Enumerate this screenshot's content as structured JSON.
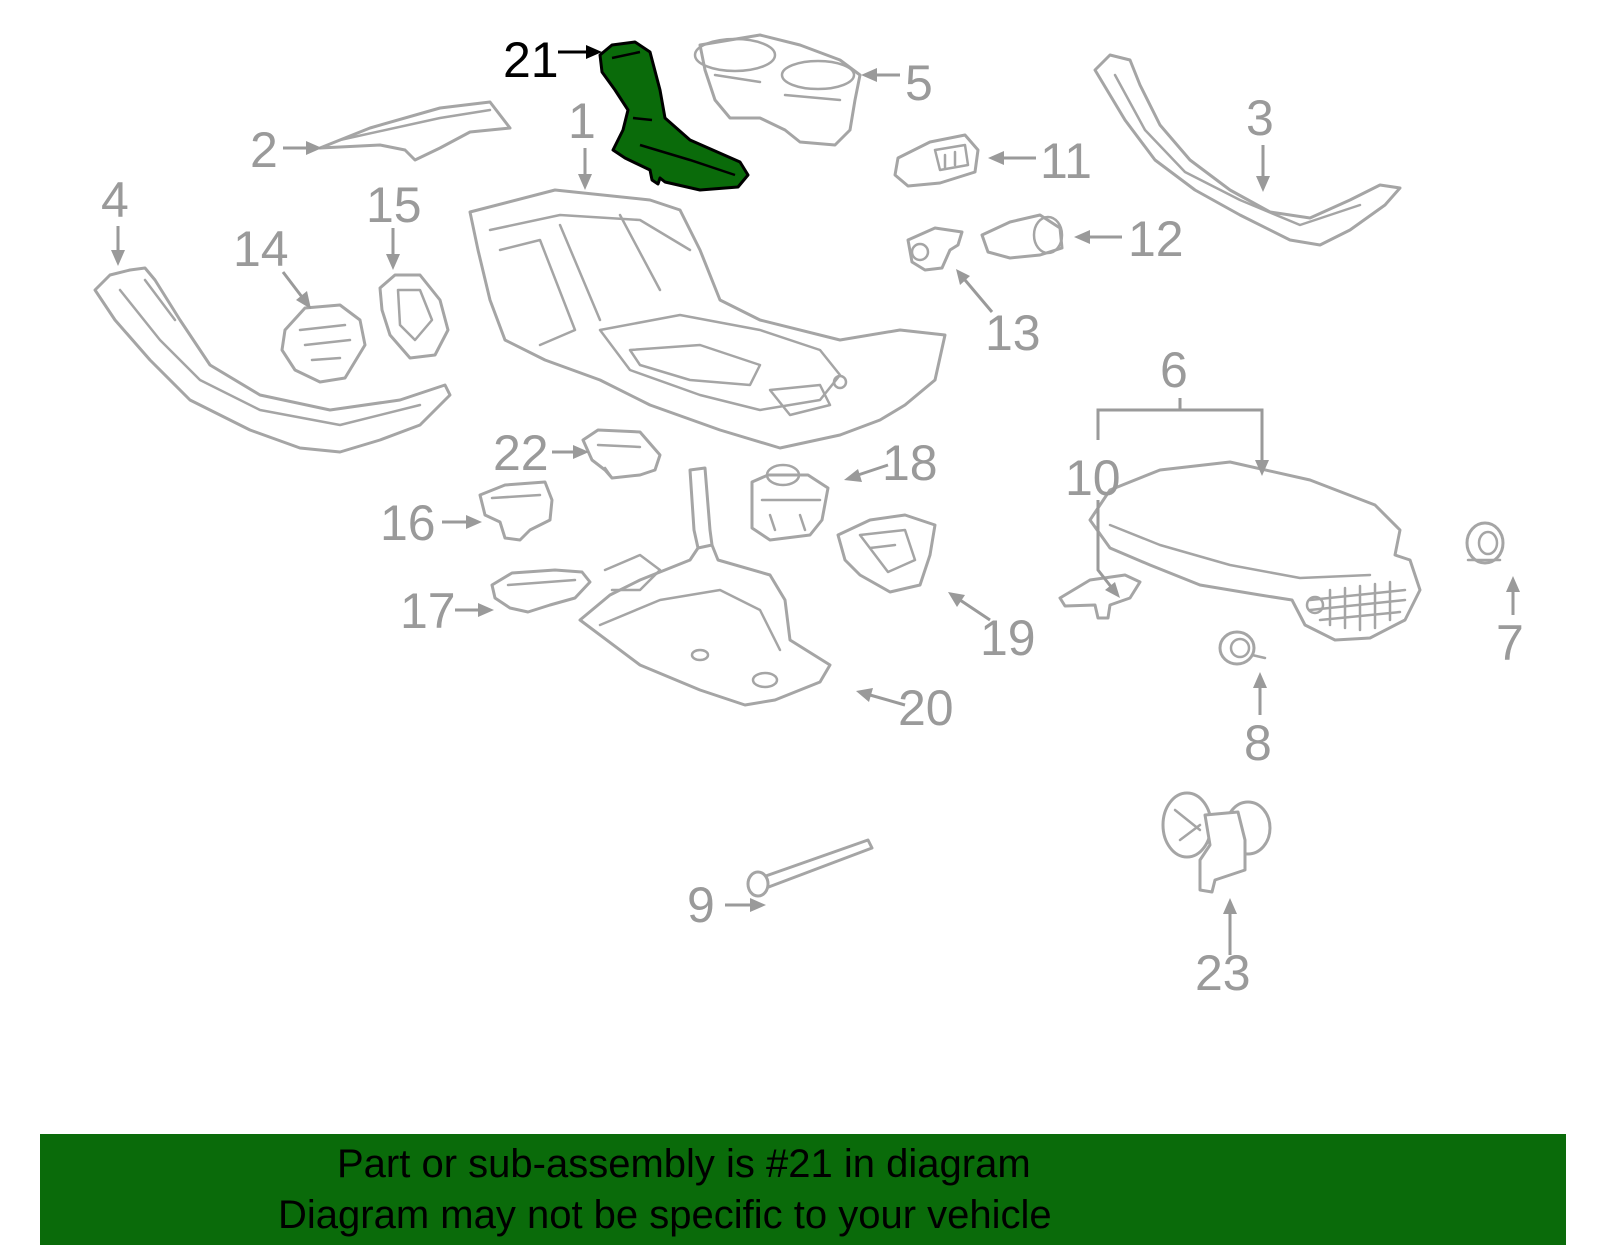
{
  "diagram": {
    "highlighted_part": "21",
    "highlight_color": "#0a6b0a",
    "line_color": "#a5a5a5",
    "callouts": [
      "1",
      "2",
      "3",
      "4",
      "5",
      "6",
      "7",
      "8",
      "9",
      "10",
      "11",
      "12",
      "13",
      "14",
      "15",
      "16",
      "17",
      "18",
      "19",
      "20",
      "21",
      "22",
      "23"
    ]
  },
  "banner": {
    "background_color": "#0a6b0a",
    "line1": "Part or sub-assembly is #21 in diagram",
    "line2": "Diagram may not be specific to your vehicle"
  }
}
